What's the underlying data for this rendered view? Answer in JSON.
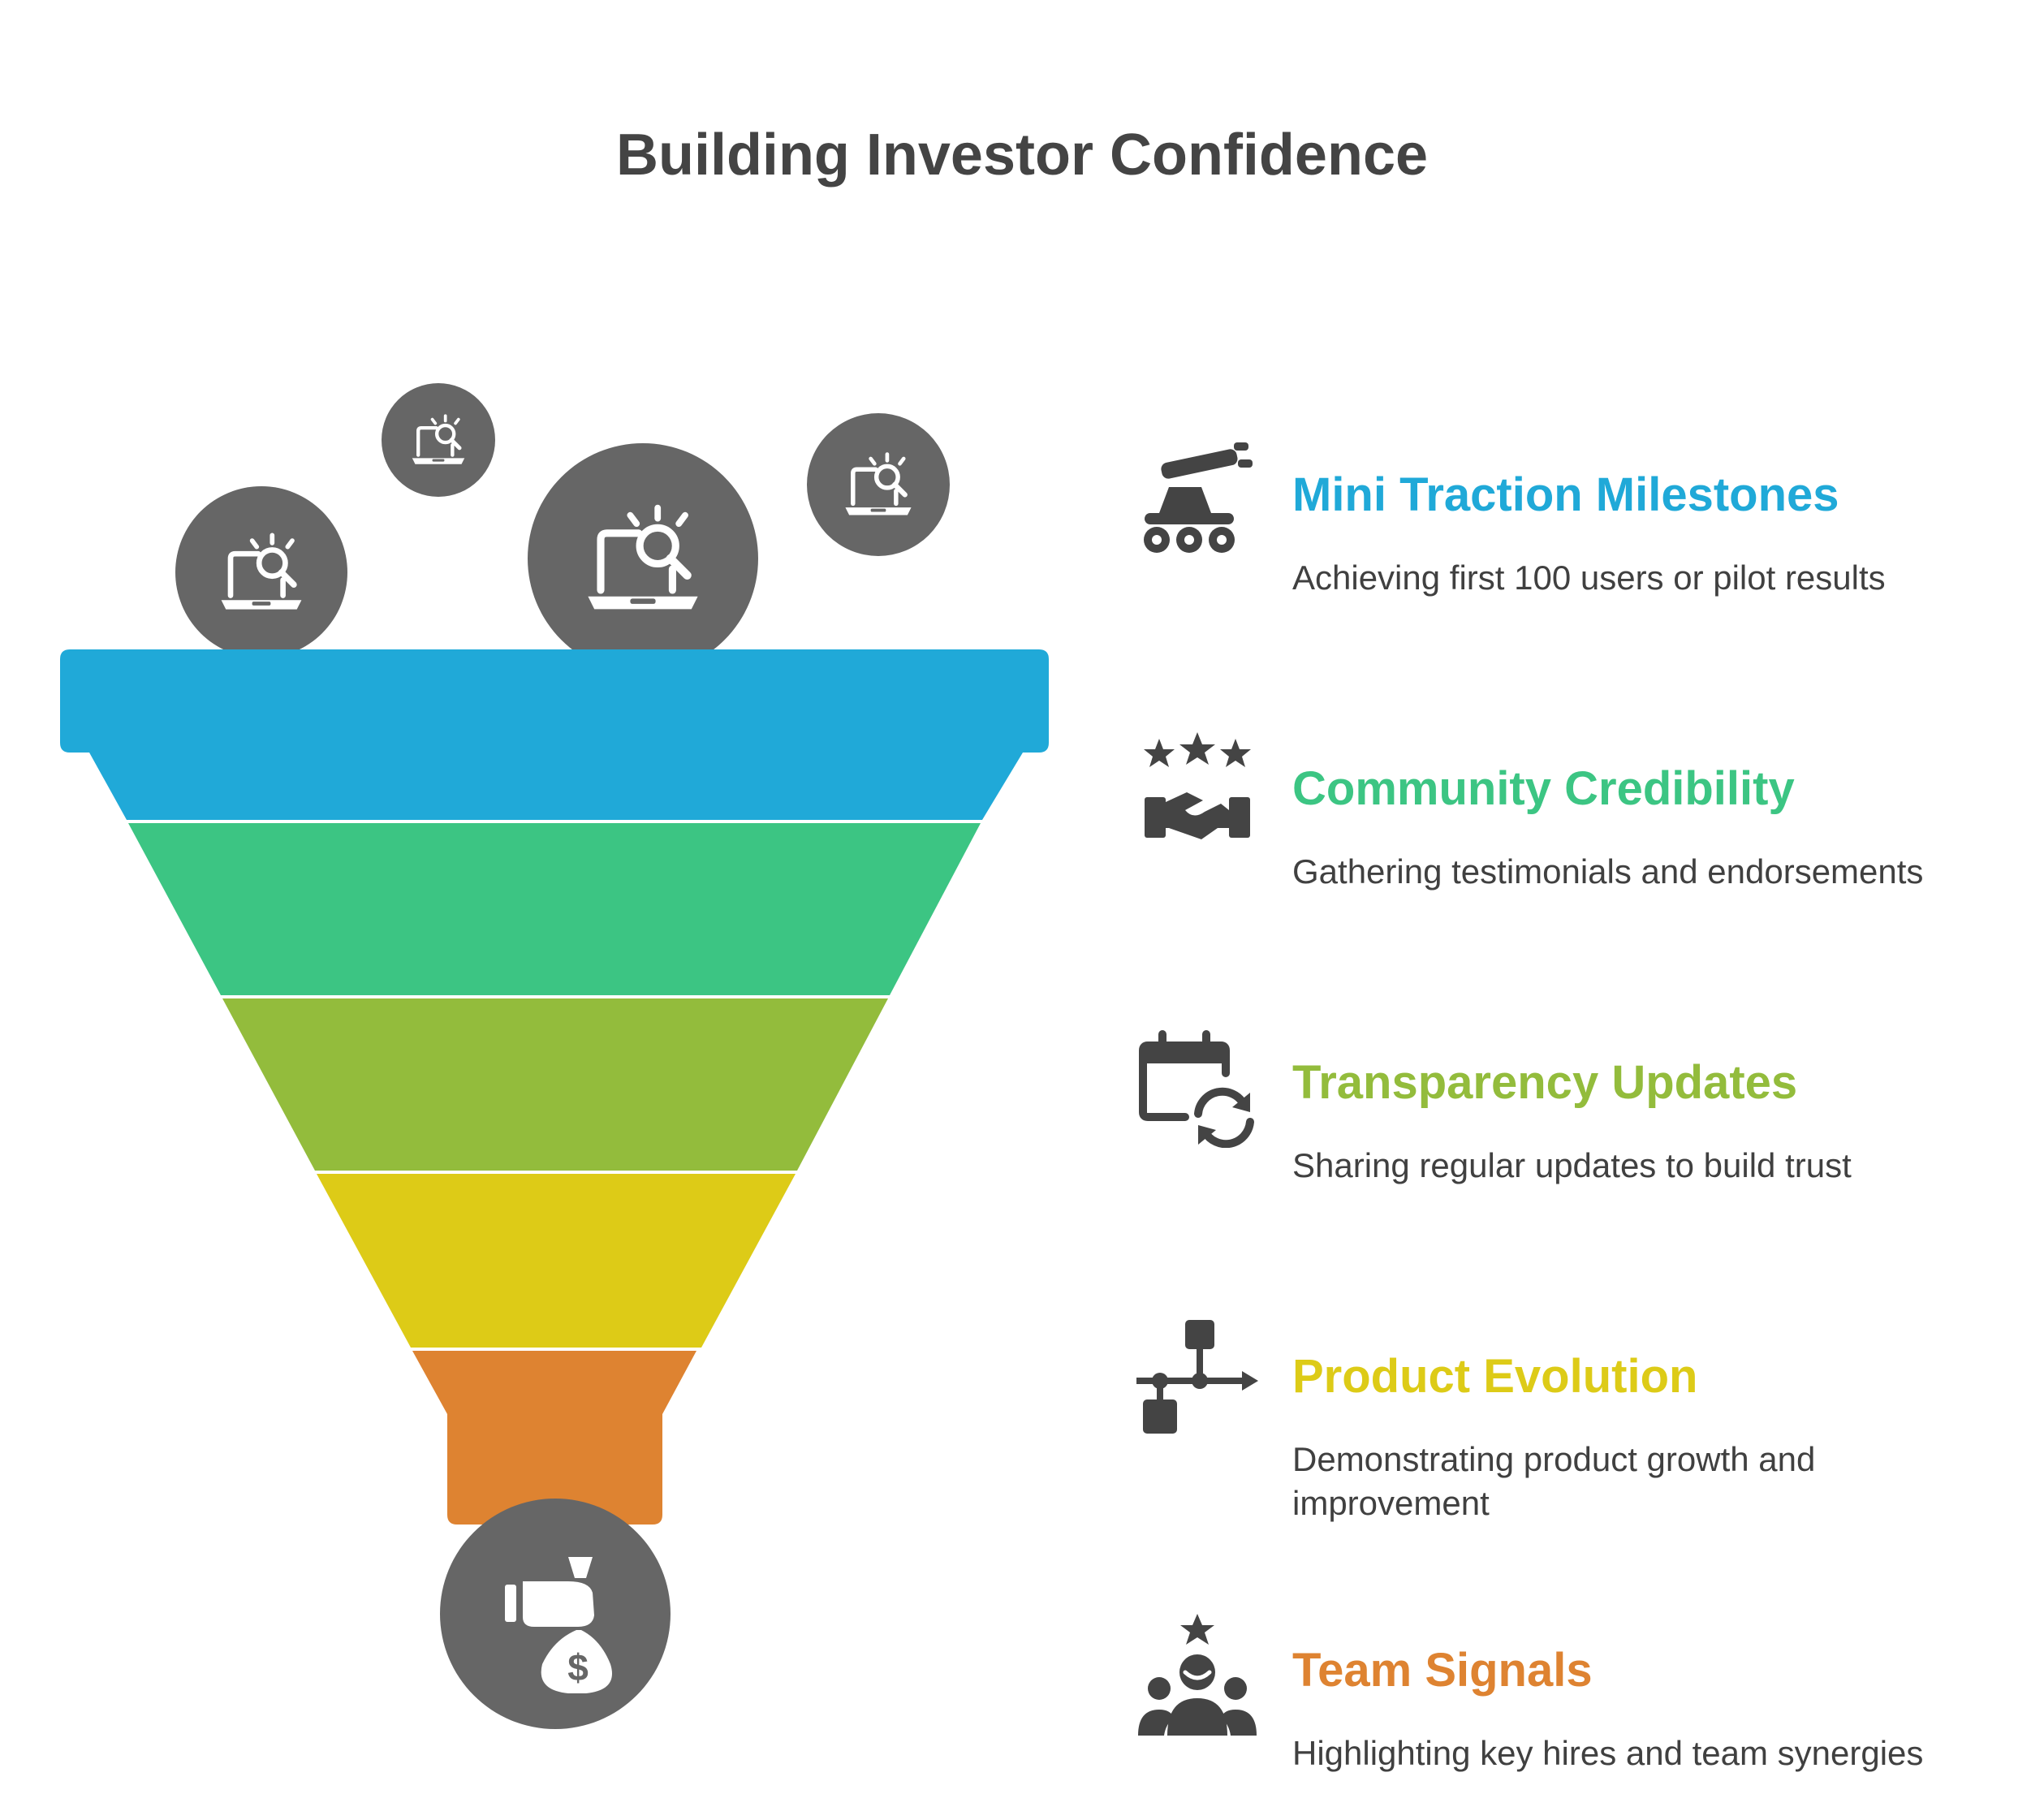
{
  "title": "Building Investor Confidence",
  "colors": {
    "blue": "#20A9D8",
    "green": "#3CC583",
    "lime": "#93BC3C",
    "yellow": "#DDCB17",
    "orange": "#DE8331",
    "icon_gray": "#666666",
    "text_dark": "#444444"
  },
  "icons": {
    "funnel_top": [
      "laptop-search-icon",
      "laptop-search-icon",
      "laptop-search-icon",
      "laptop-search-icon"
    ],
    "funnel_bottom": "money-bag-hand-icon"
  },
  "stages": [
    {
      "heading": "Mini Traction Milestones",
      "description": "Achieving first 100 users or pilot results",
      "color": "#20A9D8",
      "icon": "rover-robot-icon"
    },
    {
      "heading": "Community Credibility",
      "description": "Gathering testimonials and endorsements",
      "color": "#3CC583",
      "icon": "handshake-stars-icon"
    },
    {
      "heading": "Transparency Updates",
      "description": "Sharing regular updates to build trust",
      "color": "#93BC3C",
      "icon": "calendar-refresh-icon"
    },
    {
      "heading": "Product Evolution",
      "description": "Demonstrating product growth and improvement",
      "color": "#DDCB17",
      "icon": "flowchart-icon"
    },
    {
      "heading": "Team Signals",
      "description": "Highlighting key hires and team synergies",
      "color": "#DE8331",
      "icon": "team-star-icon"
    }
  ]
}
